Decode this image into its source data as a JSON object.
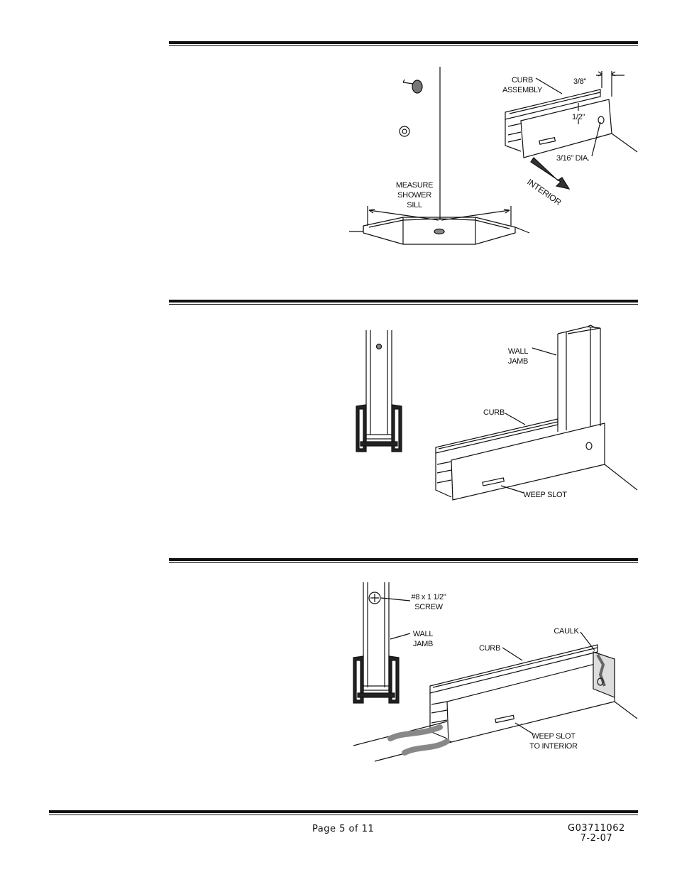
{
  "figure1": {
    "measure_label": [
      "MEASURE",
      "SHOWER",
      "SILL"
    ],
    "curb_assembly_label": [
      "CURB",
      "ASSEMBLY"
    ],
    "dim_three_eighths": "3/8\"",
    "dim_half": "1/2\"",
    "dim_dia": "3/16\" DIA.",
    "interior_label": "INTERIOR"
  },
  "figure2": {
    "wall_jamb_label": [
      "WALL",
      "JAMB"
    ],
    "curb_label": "CURB",
    "weep_slot_label": "WEEP SLOT"
  },
  "figure3": {
    "screw_label": [
      "#8 x 1 1/2\"",
      "SCREW"
    ],
    "wall_jamb_label": [
      "WALL",
      "JAMB"
    ],
    "curb_label": "CURB",
    "caulk_label": "CAULK",
    "weep_slot_label": [
      "WEEP SLOT",
      "TO INTERIOR"
    ]
  },
  "footer": {
    "page": "Page 5 of 11",
    "doc_number": "G03711062",
    "date": "7-2-07"
  }
}
